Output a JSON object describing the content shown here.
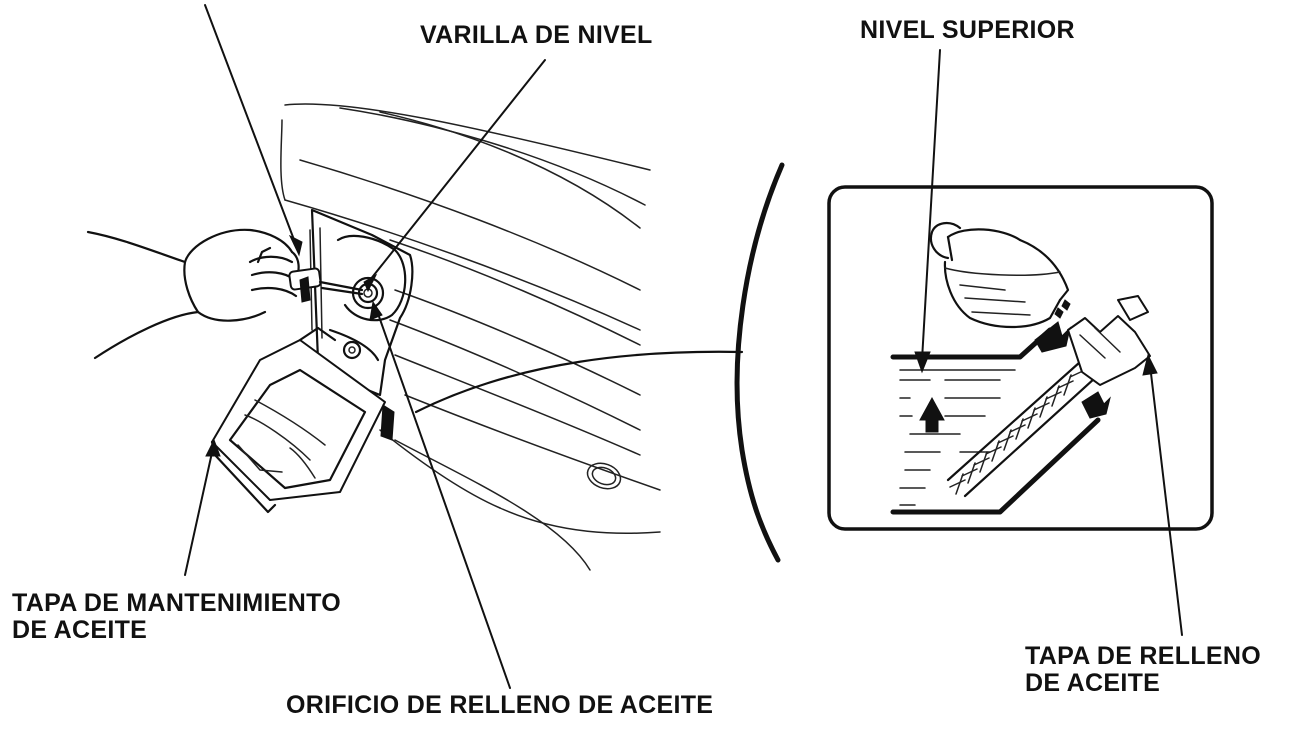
{
  "labels": {
    "varilla": "VARILLA DE NIVEL",
    "nivel_superior": "NIVEL SUPERIOR",
    "tapa_mantenimiento_line1": "TAPA DE MANTENIMIENTO",
    "tapa_mantenimiento_line2": "DE ACEITE",
    "orificio": "ORIFICIO DE RELLENO DE ACEITE",
    "tapa_relleno_line1": "TAPA DE RELLENO",
    "tapa_relleno_line2": "DE ACEITE"
  },
  "colors": {
    "ink": "#111111",
    "background": "#ffffff"
  }
}
